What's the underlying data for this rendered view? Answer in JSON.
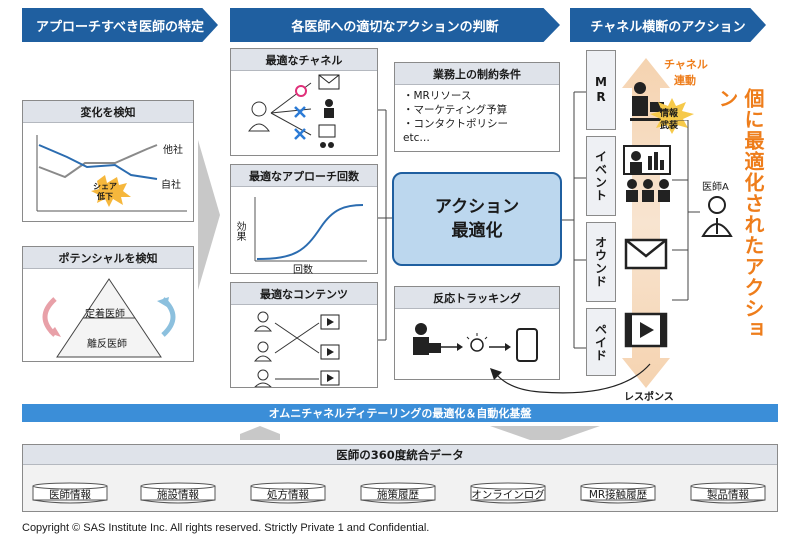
{
  "headers": {
    "left": "アプローチすべき医師の特定",
    "middle": "各医師への適切なアクションの判断",
    "right": "チャネル横断のアクション"
  },
  "detect_change": {
    "title": "変化を検知",
    "label_other": "他社",
    "label_own": "自社",
    "burst_line1": "シェア",
    "burst_line2": "低下"
  },
  "detect_potential": {
    "title": "ポテンシャルを検知",
    "top_label": "定着医師",
    "bottom_label": "離反医師"
  },
  "optimal_channel": {
    "title": "最適なチャネル"
  },
  "optimal_count": {
    "title": "最適なアプローチ回数",
    "ylabel": "効果",
    "xlabel": "回数"
  },
  "optimal_content": {
    "title": "最適なコンテンツ"
  },
  "constraints": {
    "title": "業務上の制約条件",
    "items": [
      "・MRリソース",
      "・マーケティング予算",
      "・コンタクトポリシー",
      "etc…"
    ]
  },
  "action_opt": {
    "line1": "アクション",
    "line2": "最適化"
  },
  "tracking": {
    "title": "反応トラッキング"
  },
  "channels": [
    "MR",
    "イベント",
    "オウンド",
    "ペイド"
  ],
  "channel_link": {
    "line1": "チャネル",
    "line2": "連動"
  },
  "info_burst": {
    "line1": "情報",
    "line2": "武装"
  },
  "doctor_label": "医師A",
  "response_label": "レスポンス",
  "personalized": "個に最適化されたアクション",
  "platform_bar": "オムニチャネルディテーリングの最適化＆自動化基盤",
  "data360": {
    "title": "医師の360度統合データ",
    "items": [
      "医師情報",
      "施設情報",
      "処方情報",
      "施策履歴",
      "オンラインログ",
      "MR接触履歴",
      "製品情報"
    ]
  },
  "copyright": "Copyright © SAS Institute Inc. All rights reserved. Strictly Private 1 and Confidential.",
  "colors": {
    "header_blue": "#1f5fa0",
    "light_blue": "#bcd7ee",
    "orange": "#ee7d1b",
    "panel_gray": "#dfe3ea"
  }
}
